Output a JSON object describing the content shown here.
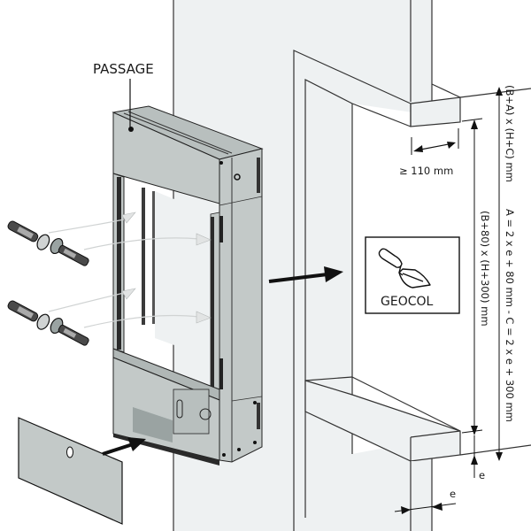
{
  "diagram": {
    "title": "Wall opening installation of fire damper frame",
    "product_label": "PASSAGE",
    "material_box": {
      "icon": "trowel-icon",
      "label": "GEOCOL"
    },
    "dimensions": {
      "min_depth": "≥ 110 mm",
      "opening_size": "(B+80) x (H+300) mm",
      "overall_size": "(B+A) x (H+C) mm",
      "formula": "A = 2 x e + 80 mm - C = 2 x e + 300 mm",
      "thickness_vertical": "e",
      "thickness_horizontal": "e"
    },
    "components": [
      {
        "name": "Screw anchor",
        "count": 2
      },
      {
        "name": "Wall plug",
        "count": 2
      },
      {
        "name": "Cover plate",
        "count": 1
      }
    ],
    "colors": {
      "wall": "#eef1f2",
      "frame": "#c3c9c8",
      "frame_dark": "#9aa3a2",
      "line": "#1a1a1a",
      "hint_arrow": "#d4d7d7"
    }
  }
}
